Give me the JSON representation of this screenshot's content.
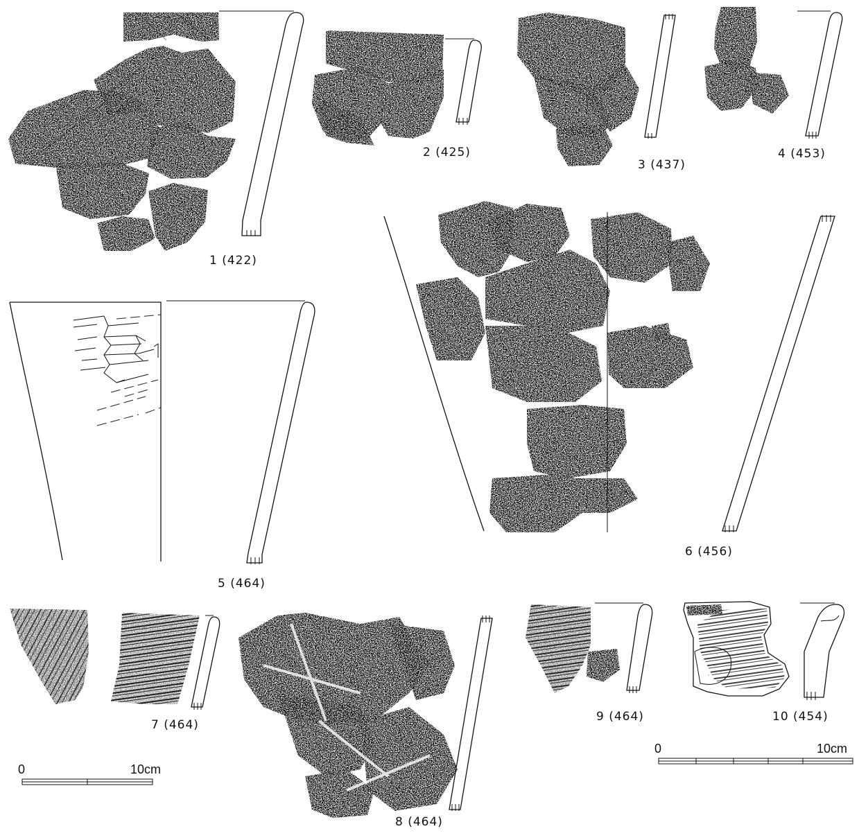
{
  "figure": {
    "artifacts": [
      {
        "id": "1",
        "label": "1 (422)"
      },
      {
        "id": "2",
        "label": "2 (425)"
      },
      {
        "id": "3",
        "label": "3 (437)"
      },
      {
        "id": "4",
        "label": "4 (453)"
      },
      {
        "id": "5",
        "label": "5 (464)"
      },
      {
        "id": "6",
        "label": "6 (456)"
      },
      {
        "id": "7",
        "label": "7 (464)"
      },
      {
        "id": "8",
        "label": "8 (464)"
      },
      {
        "id": "9",
        "label": "9 (464)"
      },
      {
        "id": "10",
        "label": "10 (454)"
      }
    ],
    "scale_bars": [
      {
        "start_label": "0",
        "end_label": "10cm"
      },
      {
        "start_label": "0",
        "end_label": "10cm"
      }
    ]
  }
}
